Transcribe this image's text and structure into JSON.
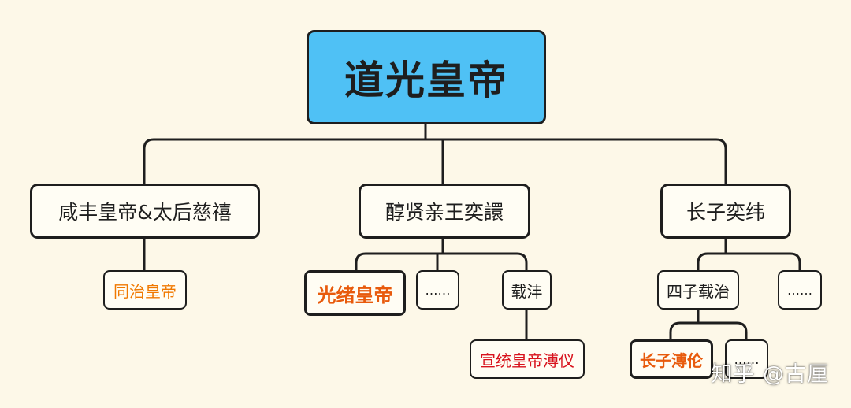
{
  "root": {
    "label": "道光皇帝",
    "color": "#4fc1f5"
  },
  "branches": [
    {
      "label": "咸丰皇帝&太后慈禧",
      "children": [
        {
          "label": "同治皇帝",
          "style": "orange"
        }
      ]
    },
    {
      "label": "醇贤亲王奕譞",
      "children": [
        {
          "label": "光绪皇帝",
          "style": "orange-bold"
        },
        {
          "label": "……"
        },
        {
          "label": "载沣",
          "children": [
            {
              "label": "宣统皇帝溥仪",
              "style": "red"
            }
          ]
        }
      ]
    },
    {
      "label": "长子奕纬",
      "children": [
        {
          "label": "四子载治",
          "children": [
            {
              "label": "长子溥伦",
              "style": "orange-bold"
            },
            {
              "label": "……"
            }
          ]
        },
        {
          "label": "……"
        }
      ]
    }
  ],
  "watermark": "知乎 @古厘"
}
